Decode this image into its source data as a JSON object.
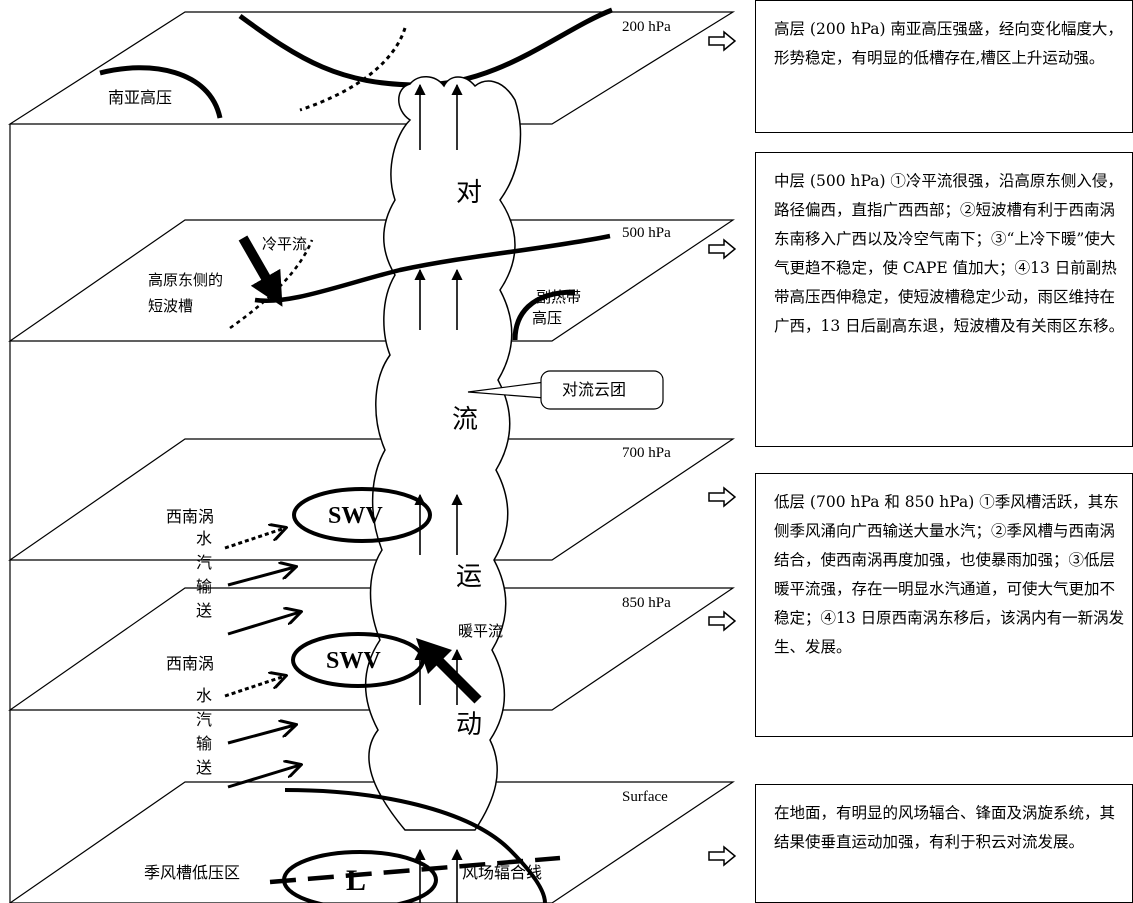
{
  "levels": {
    "l200": "200 hPa",
    "l500": "500 hPa",
    "l700": "700 hPa",
    "l850": "850 hPa",
    "surface": "Surface"
  },
  "labels": {
    "south_asia_high": "南亚高压",
    "cold_advection": "冷平流",
    "plateau_trough_1": "高原东侧的",
    "plateau_trough_2": "短波槽",
    "subtropical_high_1": "副热带",
    "subtropical_high_2": "高压",
    "convective_cloud": "对流云团",
    "sw_vortex_700": "西南涡",
    "sw_vortex_850": "西南涡",
    "warm_advection": "暖平流",
    "monsoon_trough": "季风槽低压区",
    "wind_convergence": "风场辐合线",
    "swv_700": "SWV",
    "swv_850": "SWV",
    "low": "L"
  },
  "vertical_words": {
    "dui": "对",
    "liu": "流",
    "yun": "运",
    "dong": "动"
  },
  "moisture_transport_chars": [
    "水",
    "汽",
    "输",
    "送"
  ],
  "boxes": {
    "high": "高层 (200 hPa) 南亚高压强盛，经向变化幅度大，形势稳定，有明显的低槽存在,槽区上升运动强。",
    "mid": "中层 (500 hPa) ①冷平流很强，沿高原东侧入侵，路径偏西，直指广西西部；②短波槽有利于西南涡东南移入广西以及冷空气南下；③“上冷下暖”使大气更趋不稳定，使 CAPE 值加大；④13 日前副热带高压西伸稳定，使短波槽稳定少动，雨区维持在广西，13 日后副高东退，短波槽及有关雨区东移。",
    "low": "低层 (700 hPa 和 850 hPa) ①季风槽活跃，其东侧季风涌向广西输送大量水汽；②季风槽与西南涡结合，使西南涡再度加强，也使暴雨加强；③低层暖平流强，存在一明显水汽通道，可使大气更加不稳定；④13 日原西南涡东移后，该涡内有一新涡发生、发展。",
    "surface": "在地面，有明显的风场辐合、锋面及涡旋系统，其结果使垂直运动加强，有利于积云对流发展。"
  }
}
